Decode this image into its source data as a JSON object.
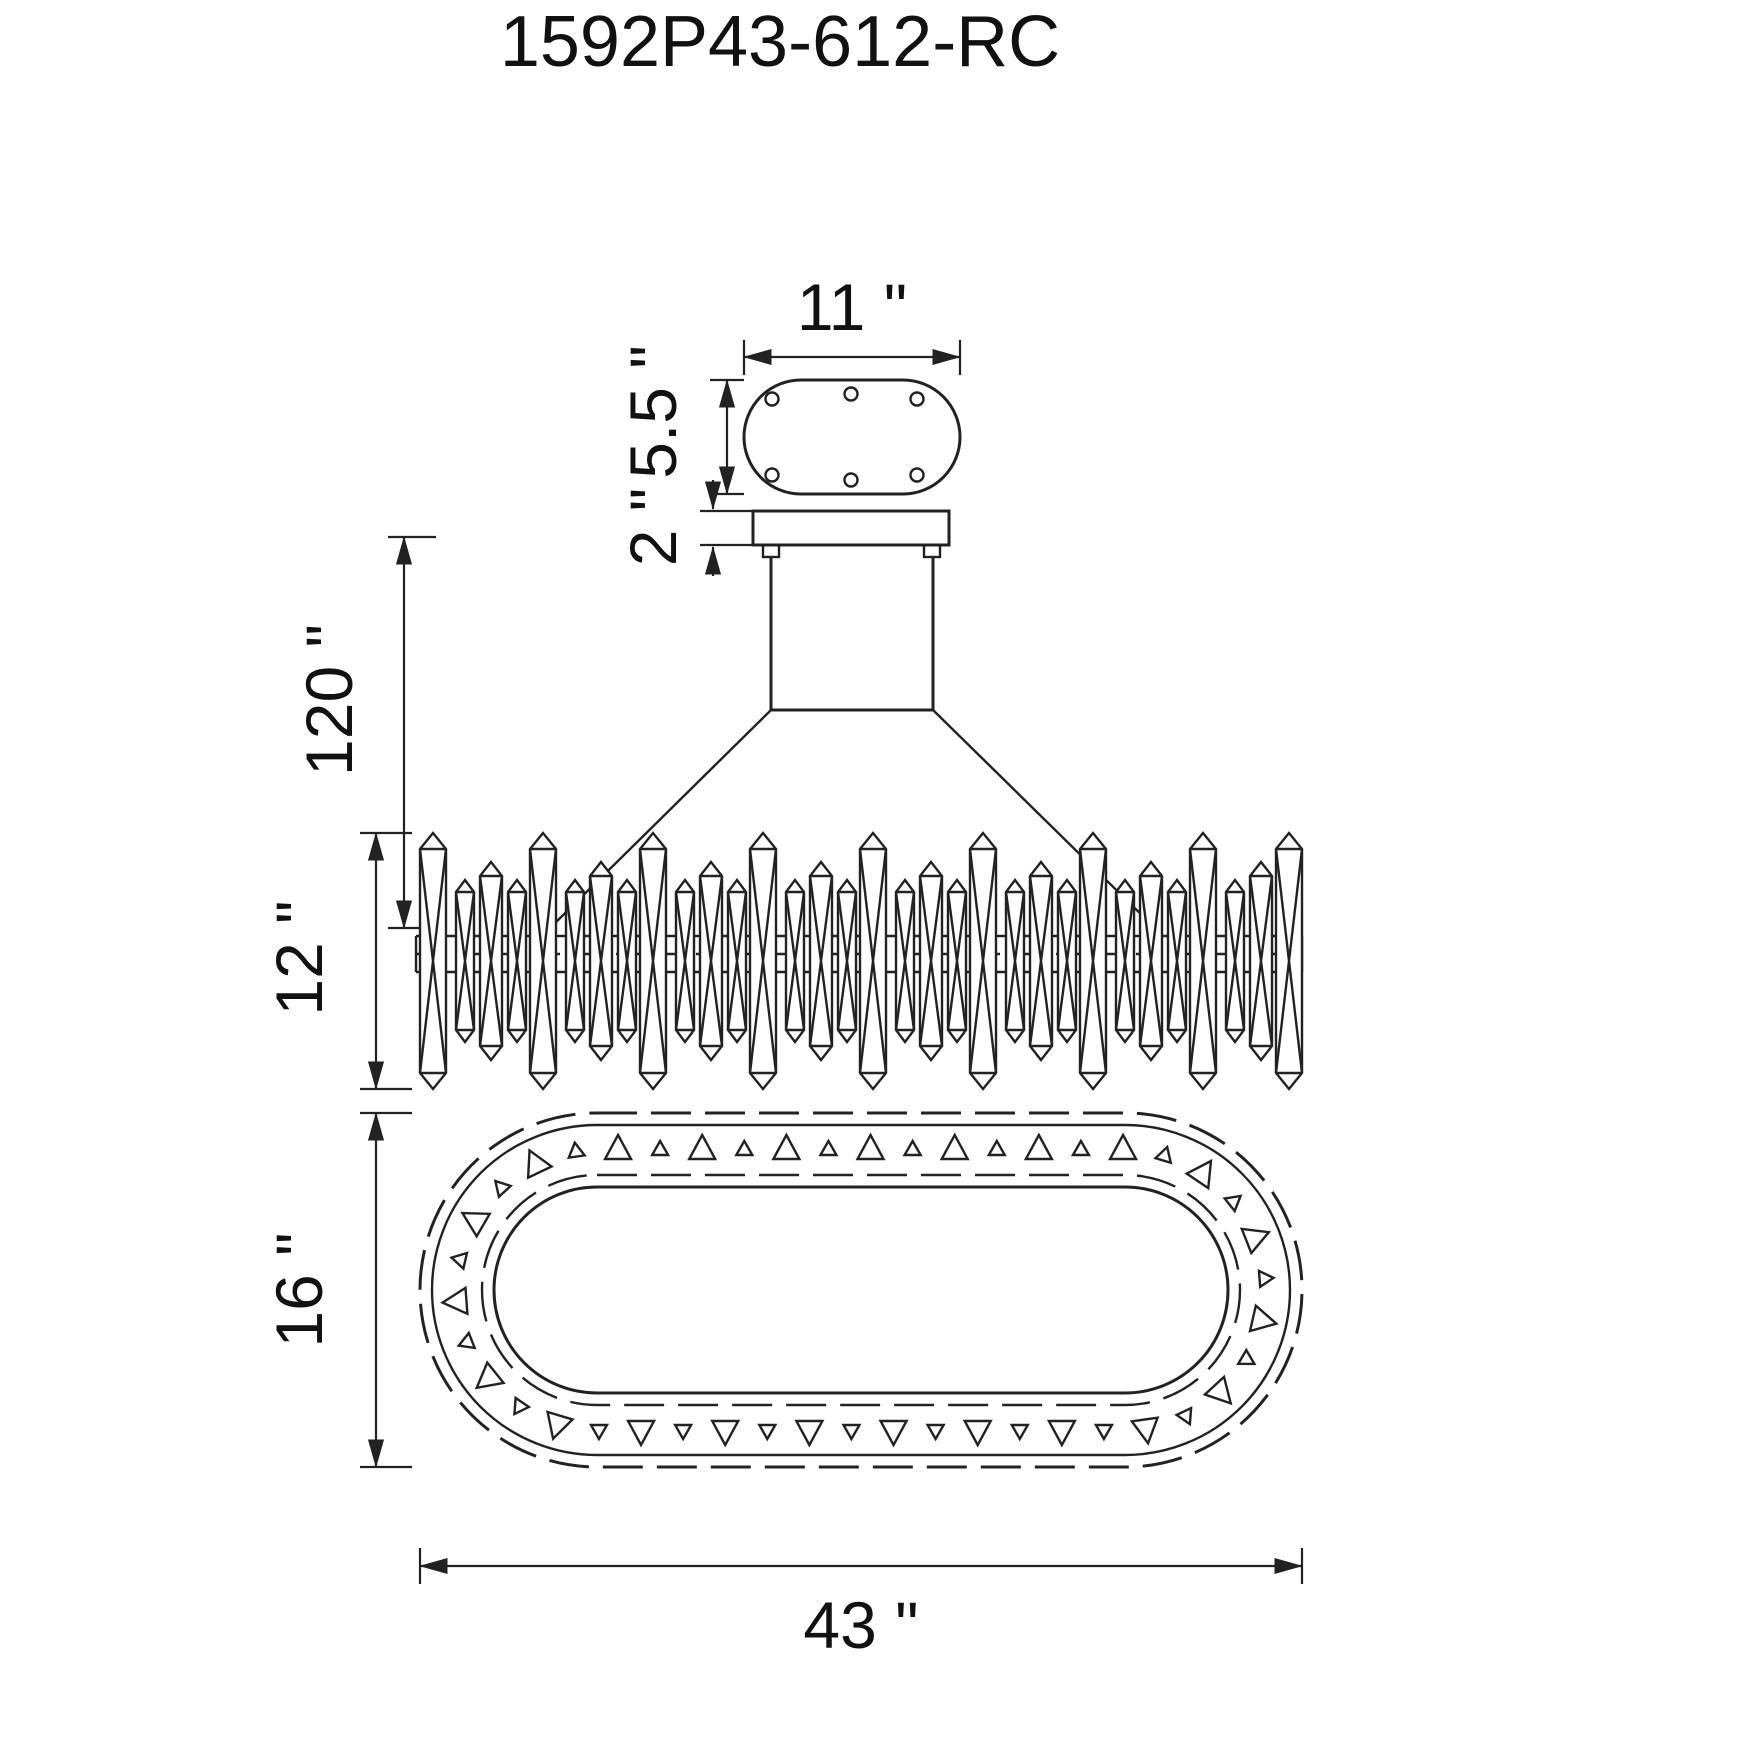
{
  "title": "1592P43-612-RC",
  "dimensions": {
    "canopy_width": "11 \"",
    "canopy_depth": "5.5 \"",
    "canopy_height": "2 \"",
    "suspension_height": "120 \"",
    "body_height": "12 \"",
    "body_depth": "16 \"",
    "body_width": "43 \""
  }
}
